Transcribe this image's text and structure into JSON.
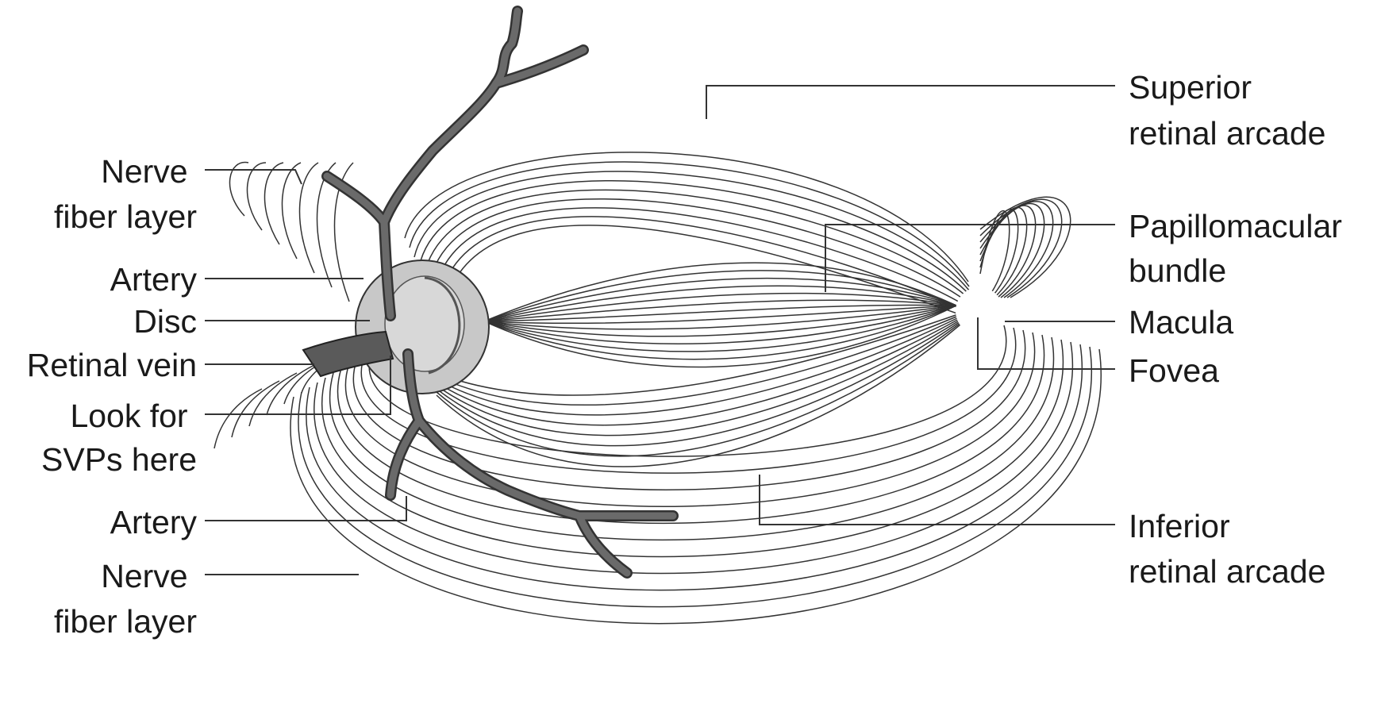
{
  "labels": {
    "left": {
      "nerve_fiber_layer_top": [
        "Nerve",
        "fiber layer"
      ],
      "artery_top": [
        "Artery"
      ],
      "disc": [
        "Disc"
      ],
      "retinal_vein": [
        "Retinal vein"
      ],
      "look_for_svps": [
        "Look for",
        "SVPs here"
      ],
      "artery_bottom": [
        "Artery"
      ],
      "nerve_fiber_layer_bottom": [
        "Nerve",
        "fiber layer"
      ]
    },
    "right": {
      "superior_arcade": [
        "Superior",
        "retinal arcade"
      ],
      "papillomacular": [
        "Papillomacular",
        "bundle"
      ],
      "macula": [
        "Macula"
      ],
      "fovea": [
        "Fovea"
      ],
      "inferior_arcade": [
        "Inferior",
        "retinal arcade"
      ]
    }
  },
  "colors": {
    "background": "#ffffff",
    "line": "#333333",
    "disc_fill": "#c8c8c8",
    "cup_fill": "#d8d8d8",
    "vessel": "#666666",
    "vessel_edge": "#333333",
    "vein_fill": "#5a5a5a",
    "macula_fill": "#ffffff"
  }
}
